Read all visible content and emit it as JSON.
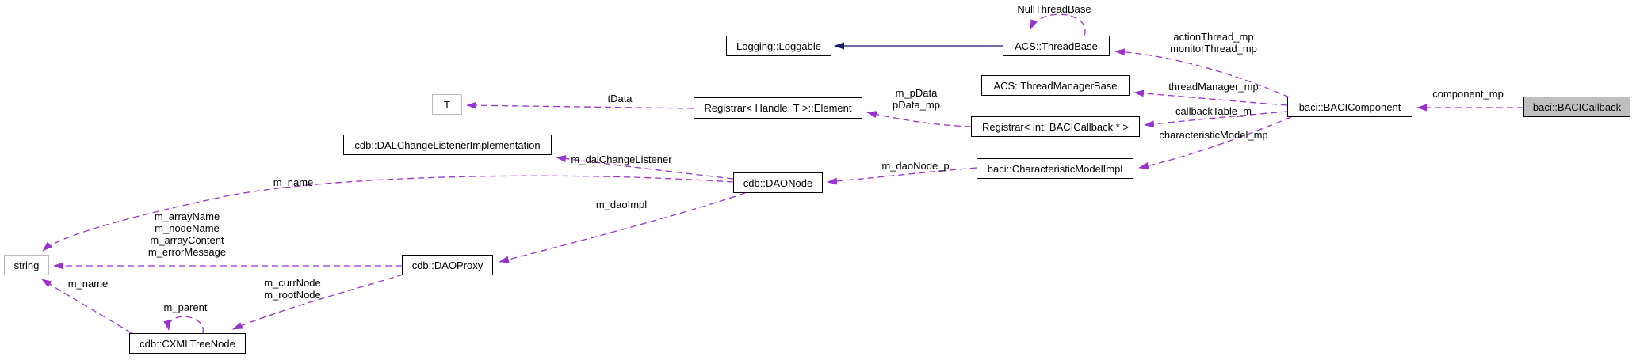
{
  "diagram": {
    "type": "collaboration-graph",
    "colors": {
      "association_edge": "#9a32cd",
      "inheritance_edge": "#191970",
      "node_border": "#000000",
      "external_node_border": "#b9b9b9",
      "node_fill": "#ffffff",
      "highlight_node_fill": "#bfbfbf"
    },
    "nodes": [
      {
        "id": "loggable",
        "label": "Logging::Loggable"
      },
      {
        "id": "threadbase",
        "label": "ACS::ThreadBase"
      },
      {
        "id": "threadmanagerbase",
        "label": "ACS::ThreadManagerBase"
      },
      {
        "id": "registrar-element",
        "label": "Registrar< Handle, T >::Element"
      },
      {
        "id": "template-t",
        "label": "T"
      },
      {
        "id": "registrar-int-bacicallback",
        "label": "Registrar< int, BACICallback * >"
      },
      {
        "id": "bacicomponent",
        "label": "baci::BACIComponent"
      },
      {
        "id": "bacicallback",
        "label": "baci::BACICallback",
        "highlighted": true
      },
      {
        "id": "dalchangelistenerimplementation",
        "label": "cdb::DALChangeListenerImplementation"
      },
      {
        "id": "characteristicmodelimpl",
        "label": "baci::CharacteristicModelImpl"
      },
      {
        "id": "daonode",
        "label": "cdb::DAONode"
      },
      {
        "id": "string",
        "label": "string"
      },
      {
        "id": "daoproxy",
        "label": "cdb::DAOProxy"
      },
      {
        "id": "cxmltreenode",
        "label": "cdb::CXMLTreeNode"
      }
    ],
    "edges": [
      {
        "from": "ACS::ThreadBase",
        "to": "Logging::Loggable",
        "label": "",
        "type": "inheritance"
      },
      {
        "from": "ACS::ThreadBase",
        "to": "ACS::ThreadBase",
        "label": "NullThreadBase",
        "type": "association"
      },
      {
        "from": "Registrar< Handle, T >::Element",
        "to": "T",
        "label": "tData",
        "type": "association"
      },
      {
        "from": "Registrar< int, BACICallback * >",
        "to": "Registrar< Handle, T >::Element",
        "label": "m_pData\npData_mp",
        "type": "association"
      },
      {
        "from": "baci::BACIComponent",
        "to": "ACS::ThreadBase",
        "label": "actionThread_mp\nmonitorThread_mp",
        "type": "association"
      },
      {
        "from": "baci::BACIComponent",
        "to": "ACS::ThreadManagerBase",
        "label": "threadManager_mp",
        "type": "association"
      },
      {
        "from": "baci::BACIComponent",
        "to": "Registrar< int, BACICallback * >",
        "label": "callbackTable_m",
        "type": "association"
      },
      {
        "from": "baci::BACIComponent",
        "to": "baci::CharacteristicModelImpl",
        "label": "characteristicModel_mp",
        "type": "association"
      },
      {
        "from": "baci::BACICallback",
        "to": "baci::BACIComponent",
        "label": "component_mp",
        "type": "association"
      },
      {
        "from": "baci::CharacteristicModelImpl",
        "to": "cdb::DAONode",
        "label": "m_daoNode_p",
        "type": "association"
      },
      {
        "from": "cdb::DAONode",
        "to": "cdb::DALChangeListenerImplementation",
        "label": "m_dalChangeListener",
        "type": "association"
      },
      {
        "from": "cdb::DAONode",
        "to": "string",
        "label": "m_name",
        "type": "association"
      },
      {
        "from": "cdb::DAONode",
        "to": "cdb::DAOProxy",
        "label": "m_daoImpl",
        "type": "association"
      },
      {
        "from": "cdb::DAOProxy",
        "to": "string",
        "label": "m_arrayName\nm_nodeName\nm_arrayContent\nm_errorMessage",
        "type": "association"
      },
      {
        "from": "cdb::DAOProxy",
        "to": "cdb::CXMLTreeNode",
        "label": "m_currNode\nm_rootNode",
        "type": "association"
      },
      {
        "from": "cdb::CXMLTreeNode",
        "to": "string",
        "label": "m_name",
        "type": "association"
      },
      {
        "from": "cdb::CXMLTreeNode",
        "to": "cdb::CXMLTreeNode",
        "label": "m_parent",
        "type": "association"
      }
    ]
  }
}
